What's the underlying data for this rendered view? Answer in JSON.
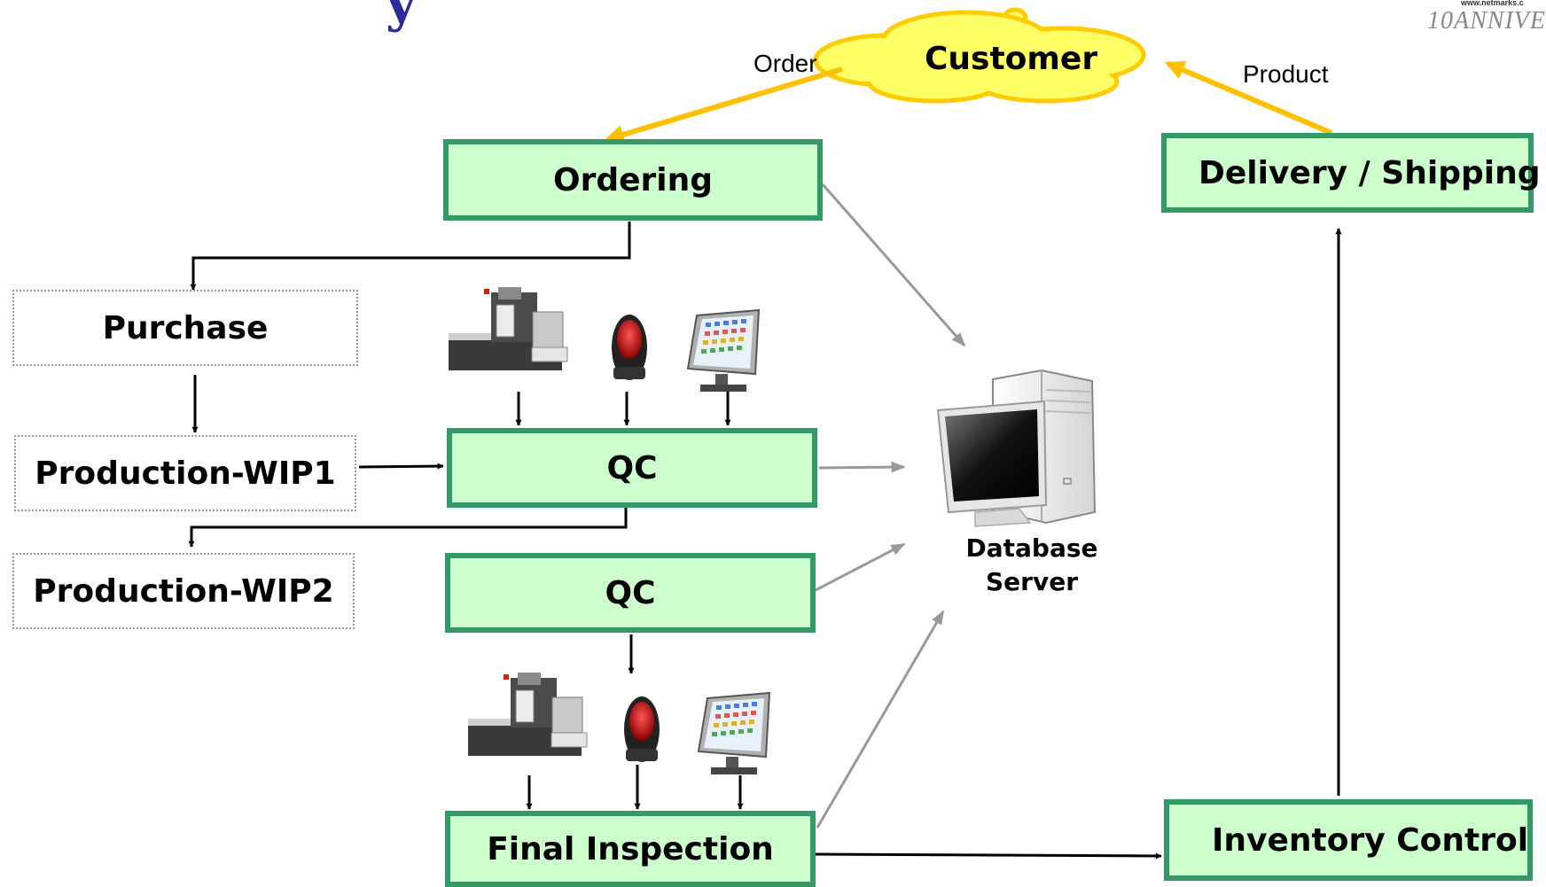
{
  "header": {
    "title_fragment": "y",
    "brand_url": "www.netmarks.c",
    "brand_anniversary": "10ANNIVE"
  },
  "flow": {
    "order_label": "Order",
    "product_label": "Product",
    "customer": "Customer",
    "ordering": "Ordering",
    "delivery": "Delivery / Shipping",
    "purchase": "Purchase",
    "wip1": "Production-WIP1",
    "wip2": "Production-WIP2",
    "qc1": "QC",
    "qc2": "QC",
    "final_inspection": "Final Inspection",
    "inventory": "Inventory Control"
  },
  "server": {
    "line1": "Database",
    "line2": "Server"
  },
  "colors": {
    "box_fill": "#ccffcc",
    "box_border": "#339966",
    "cloud_fill": "#ffff66",
    "cloud_border": "#ffcc00",
    "customer_arrow": "#ffc000",
    "data_arrow": "#999999",
    "flow_arrow": "#000000"
  }
}
